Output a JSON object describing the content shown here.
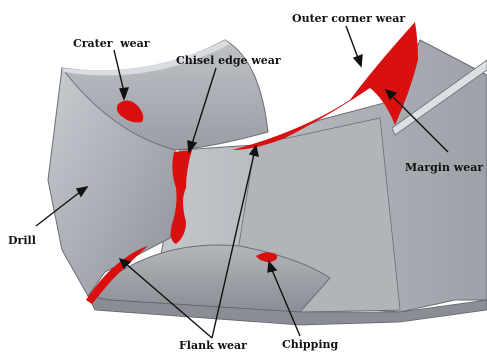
{
  "labels": {
    "crater_wear": "Crater  wear",
    "chisel_edge_wear": "Chisel edge wear",
    "outer_corner_wear": "Outer corner wear",
    "margin_wear": "Margin wear",
    "drill": "Drill",
    "flank_wear": "Flank wear",
    "chipping": "Chipping"
  },
  "colors": {
    "wear": "#e01010",
    "drill_body": "#a3a7ad",
    "drill_light": "#c6c9ce",
    "drill_dark": "#7d8188",
    "outline": "#55585d",
    "background": "#ffffff"
  }
}
